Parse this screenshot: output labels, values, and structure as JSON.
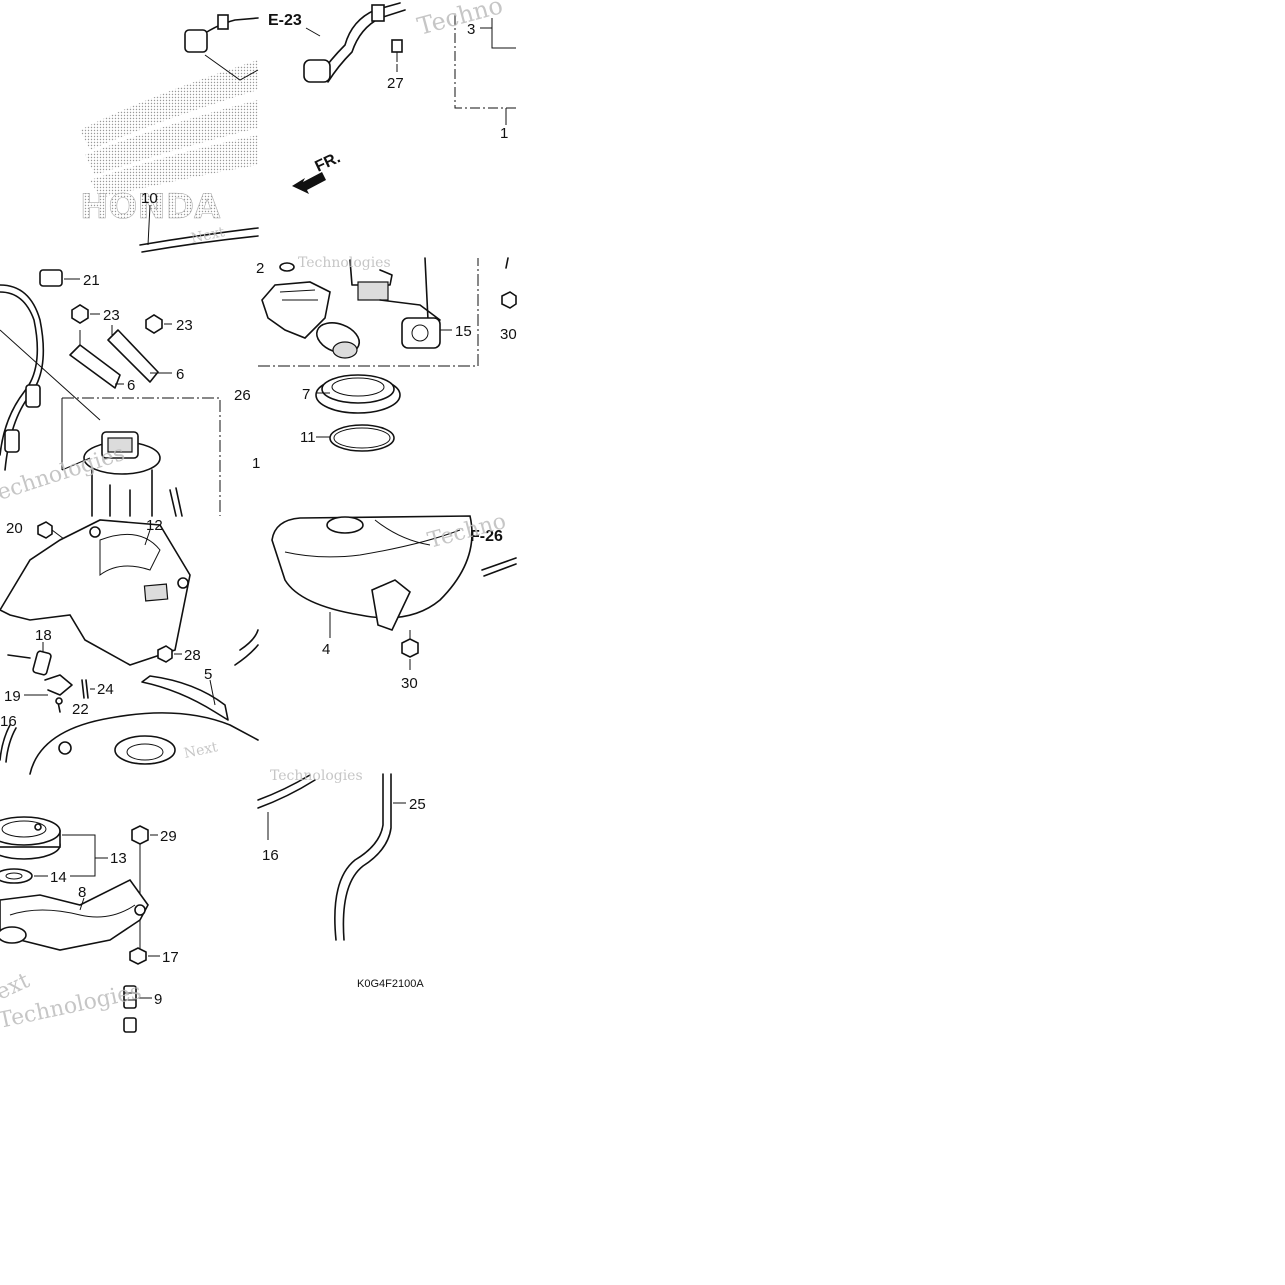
{
  "diagram": {
    "part_code": "K0G4F2100A",
    "references": {
      "e23": "E-23",
      "f26": "F-26",
      "front": "FR."
    },
    "brand_watermark": "HONDA",
    "watermarks": {
      "tile_a": "Next",
      "tile_b": "Technologies",
      "tile_c": "Techno",
      "tile_d": "echnologies",
      "tile_e": "ext"
    },
    "callouts": [
      {
        "id": "c27",
        "label": "27"
      },
      {
        "id": "c3",
        "label": "3"
      },
      {
        "id": "c1",
        "label": "1"
      },
      {
        "id": "c10",
        "label": "10"
      },
      {
        "id": "c21",
        "label": "21"
      },
      {
        "id": "c23a",
        "label": "23"
      },
      {
        "id": "c23b",
        "label": "23"
      },
      {
        "id": "c6a",
        "label": "6"
      },
      {
        "id": "c6b",
        "label": "6"
      },
      {
        "id": "c26",
        "label": "26"
      },
      {
        "id": "c2",
        "label": "2"
      },
      {
        "id": "c15",
        "label": "15"
      },
      {
        "id": "c30a",
        "label": "30"
      },
      {
        "id": "c7",
        "label": "7"
      },
      {
        "id": "c11",
        "label": "11"
      },
      {
        "id": "c1b",
        "label": "1"
      },
      {
        "id": "c20",
        "label": "20"
      },
      {
        "id": "c12",
        "label": "12"
      },
      {
        "id": "c18",
        "label": "18"
      },
      {
        "id": "c28",
        "label": "28"
      },
      {
        "id": "c5",
        "label": "5"
      },
      {
        "id": "c24",
        "label": "24"
      },
      {
        "id": "c19",
        "label": "19"
      },
      {
        "id": "c22",
        "label": "22"
      },
      {
        "id": "c16a",
        "label": "16"
      },
      {
        "id": "c4",
        "label": "4"
      },
      {
        "id": "c30b",
        "label": "30"
      },
      {
        "id": "c29",
        "label": "29"
      },
      {
        "id": "c13",
        "label": "13"
      },
      {
        "id": "c14",
        "label": "14"
      },
      {
        "id": "c8",
        "label": "8"
      },
      {
        "id": "c17",
        "label": "17"
      },
      {
        "id": "c9",
        "label": "9"
      },
      {
        "id": "c25",
        "label": "25"
      },
      {
        "id": "c16b",
        "label": "16"
      }
    ]
  }
}
